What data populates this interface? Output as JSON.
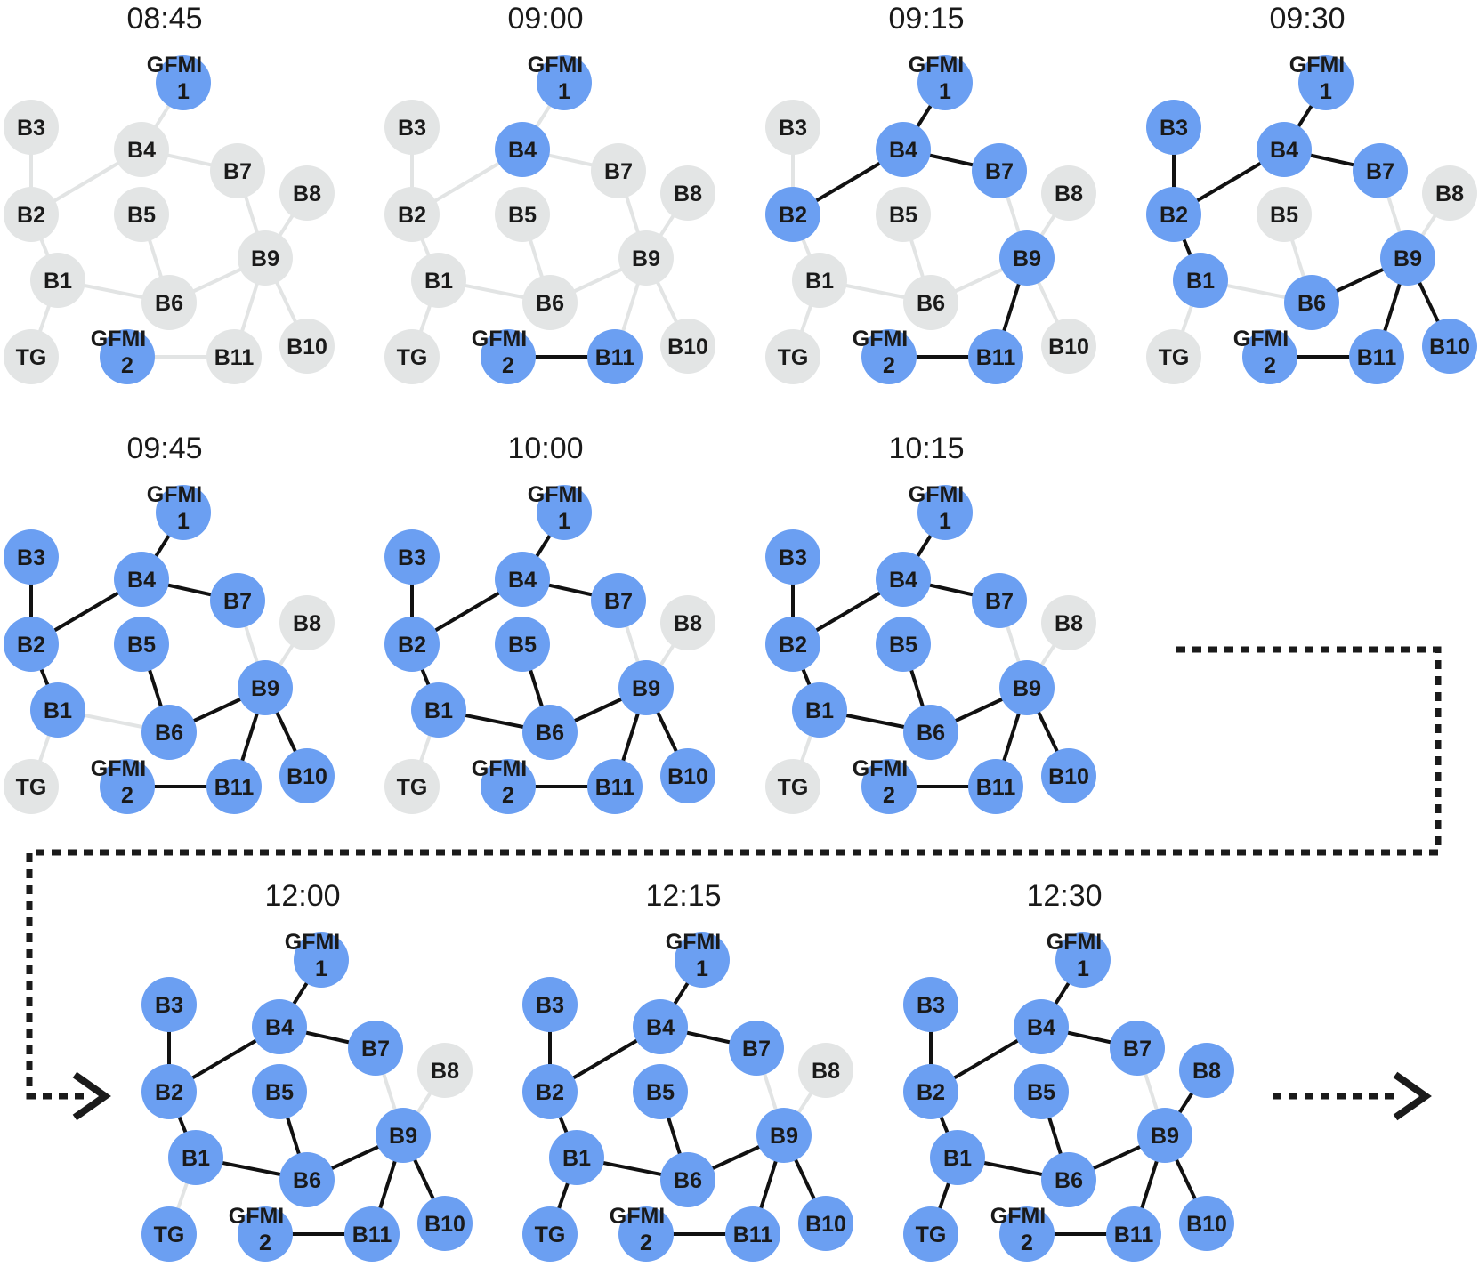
{
  "colors": {
    "active_node": "#6b9ff2",
    "inactive_node": "#e3e5e5",
    "active_edge": "#111111",
    "inactive_edge": "#e2e4e4",
    "arrow": "#1a1a1a",
    "text": "#1a1a1a"
  },
  "nodes": {
    "GFMI1": [
      "GFMI",
      "1"
    ],
    "B3": [
      "B3"
    ],
    "B4": [
      "B4"
    ],
    "B7": [
      "B7"
    ],
    "B8": [
      "B8"
    ],
    "B2": [
      "B2"
    ],
    "B5": [
      "B5"
    ],
    "B9": [
      "B9"
    ],
    "B1": [
      "B1"
    ],
    "B6": [
      "B6"
    ],
    "TG": [
      "TG"
    ],
    "GFMI2": [
      "GFMI",
      "2"
    ],
    "B11": [
      "B11"
    ],
    "B10": [
      "B10"
    ]
  },
  "edges": [
    [
      "GFMI1",
      "B4"
    ],
    [
      "B3",
      "B2"
    ],
    [
      "B4",
      "B2"
    ],
    [
      "B4",
      "B7"
    ],
    [
      "B7",
      "B9"
    ],
    [
      "B8",
      "B9"
    ],
    [
      "B2",
      "B1"
    ],
    [
      "B5",
      "B6"
    ],
    [
      "B1",
      "B6"
    ],
    [
      "B6",
      "B9"
    ],
    [
      "B1",
      "TG"
    ],
    [
      "B9",
      "B11"
    ],
    [
      "B9",
      "B10"
    ],
    [
      "GFMI2",
      "B11"
    ]
  ],
  "panels": [
    {
      "time": "08:45",
      "active_nodes": [
        "GFMI1",
        "GFMI2"
      ],
      "active_edges": []
    },
    {
      "time": "09:00",
      "active_nodes": [
        "GFMI1",
        "B4",
        "GFMI2",
        "B11"
      ],
      "active_edges": [
        [
          "GFMI2",
          "B11"
        ]
      ]
    },
    {
      "time": "09:15",
      "active_nodes": [
        "GFMI1",
        "B4",
        "B7",
        "B2",
        "B9",
        "GFMI2",
        "B11"
      ],
      "active_edges": [
        [
          "GFMI1",
          "B4"
        ],
        [
          "B4",
          "B7"
        ],
        [
          "B4",
          "B2"
        ],
        [
          "B9",
          "B11"
        ],
        [
          "GFMI2",
          "B11"
        ]
      ]
    },
    {
      "time": "09:30",
      "active_nodes": [
        "GFMI1",
        "B3",
        "B4",
        "B7",
        "B2",
        "B9",
        "B1",
        "B6",
        "GFMI2",
        "B11",
        "B10"
      ],
      "active_edges": [
        [
          "GFMI1",
          "B4"
        ],
        [
          "B3",
          "B2"
        ],
        [
          "B4",
          "B2"
        ],
        [
          "B4",
          "B7"
        ],
        [
          "B2",
          "B1"
        ],
        [
          "B6",
          "B9"
        ],
        [
          "B9",
          "B11"
        ],
        [
          "B9",
          "B10"
        ],
        [
          "GFMI2",
          "B11"
        ]
      ]
    },
    {
      "time": "09:45",
      "active_nodes": [
        "GFMI1",
        "B3",
        "B4",
        "B7",
        "B2",
        "B5",
        "B9",
        "B1",
        "B6",
        "GFMI2",
        "B11",
        "B10"
      ],
      "active_edges": [
        [
          "GFMI1",
          "B4"
        ],
        [
          "B3",
          "B2"
        ],
        [
          "B4",
          "B2"
        ],
        [
          "B4",
          "B7"
        ],
        [
          "B2",
          "B1"
        ],
        [
          "B5",
          "B6"
        ],
        [
          "B6",
          "B9"
        ],
        [
          "B9",
          "B11"
        ],
        [
          "B9",
          "B10"
        ],
        [
          "GFMI2",
          "B11"
        ]
      ]
    },
    {
      "time": "10:00",
      "active_nodes": [
        "GFMI1",
        "B3",
        "B4",
        "B7",
        "B2",
        "B5",
        "B9",
        "B1",
        "B6",
        "GFMI2",
        "B11",
        "B10"
      ],
      "active_edges": [
        [
          "GFMI1",
          "B4"
        ],
        [
          "B3",
          "B2"
        ],
        [
          "B4",
          "B2"
        ],
        [
          "B4",
          "B7"
        ],
        [
          "B2",
          "B1"
        ],
        [
          "B5",
          "B6"
        ],
        [
          "B1",
          "B6"
        ],
        [
          "B6",
          "B9"
        ],
        [
          "B9",
          "B11"
        ],
        [
          "B9",
          "B10"
        ],
        [
          "GFMI2",
          "B11"
        ]
      ]
    },
    {
      "time": "10:15",
      "active_nodes": [
        "GFMI1",
        "B3",
        "B4",
        "B7",
        "B2",
        "B5",
        "B9",
        "B1",
        "B6",
        "GFMI2",
        "B11",
        "B10"
      ],
      "active_edges": [
        [
          "GFMI1",
          "B4"
        ],
        [
          "B3",
          "B2"
        ],
        [
          "B4",
          "B2"
        ],
        [
          "B4",
          "B7"
        ],
        [
          "B2",
          "B1"
        ],
        [
          "B5",
          "B6"
        ],
        [
          "B1",
          "B6"
        ],
        [
          "B6",
          "B9"
        ],
        [
          "B9",
          "B11"
        ],
        [
          "B9",
          "B10"
        ],
        [
          "GFMI2",
          "B11"
        ]
      ]
    },
    {
      "time": "12:00",
      "active_nodes": [
        "GFMI1",
        "B3",
        "B4",
        "B7",
        "B2",
        "B5",
        "B9",
        "B1",
        "B6",
        "TG",
        "GFMI2",
        "B11",
        "B10"
      ],
      "active_edges": [
        [
          "GFMI1",
          "B4"
        ],
        [
          "B3",
          "B2"
        ],
        [
          "B4",
          "B2"
        ],
        [
          "B4",
          "B7"
        ],
        [
          "B2",
          "B1"
        ],
        [
          "B5",
          "B6"
        ],
        [
          "B1",
          "B6"
        ],
        [
          "B6",
          "B9"
        ],
        [
          "B9",
          "B11"
        ],
        [
          "B9",
          "B10"
        ],
        [
          "GFMI2",
          "B11"
        ]
      ]
    },
    {
      "time": "12:15",
      "active_nodes": [
        "GFMI1",
        "B3",
        "B4",
        "B7",
        "B2",
        "B5",
        "B9",
        "B1",
        "B6",
        "TG",
        "GFMI2",
        "B11",
        "B10"
      ],
      "active_edges": [
        [
          "GFMI1",
          "B4"
        ],
        [
          "B3",
          "B2"
        ],
        [
          "B4",
          "B2"
        ],
        [
          "B4",
          "B7"
        ],
        [
          "B2",
          "B1"
        ],
        [
          "B5",
          "B6"
        ],
        [
          "B1",
          "B6"
        ],
        [
          "B6",
          "B9"
        ],
        [
          "B1",
          "TG"
        ],
        [
          "B9",
          "B11"
        ],
        [
          "B9",
          "B10"
        ],
        [
          "GFMI2",
          "B11"
        ]
      ]
    },
    {
      "time": "12:30",
      "active_nodes": [
        "GFMI1",
        "B3",
        "B4",
        "B7",
        "B8",
        "B2",
        "B5",
        "B9",
        "B1",
        "B6",
        "TG",
        "GFMI2",
        "B11",
        "B10"
      ],
      "active_edges": [
        [
          "GFMI1",
          "B4"
        ],
        [
          "B3",
          "B2"
        ],
        [
          "B4",
          "B2"
        ],
        [
          "B4",
          "B7"
        ],
        [
          "B8",
          "B9"
        ],
        [
          "B2",
          "B1"
        ],
        [
          "B5",
          "B6"
        ],
        [
          "B1",
          "B6"
        ],
        [
          "B6",
          "B9"
        ],
        [
          "B1",
          "TG"
        ],
        [
          "B9",
          "B11"
        ],
        [
          "B9",
          "B10"
        ],
        [
          "GFMI2",
          "B11"
        ]
      ]
    }
  ]
}
